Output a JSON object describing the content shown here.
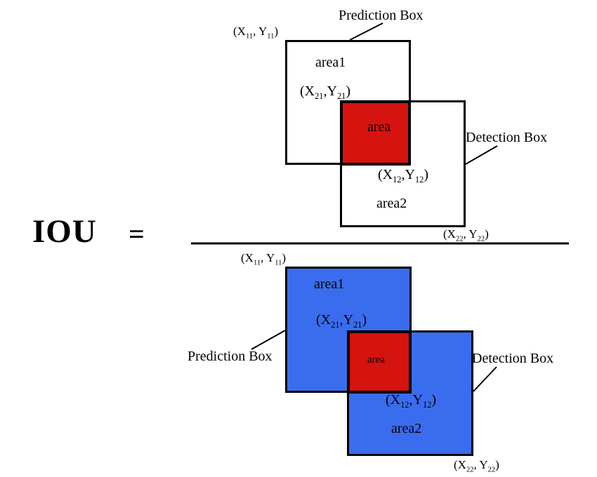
{
  "formula": {
    "lhs": "IOU",
    "equals": "="
  },
  "colors": {
    "intersection_fill": "#d5130f",
    "union_fill": "#3a6cee",
    "outline": "#000000"
  },
  "numerator": {
    "prediction_box_label": "Prediction Box",
    "detection_box_label": "Detection Box",
    "corner_top_left": "(X_11_, Y_11_)",
    "corner_inner_top": "(X_21_,Y_21_)",
    "corner_inner_bottom": "(X_12_,Y_12_)",
    "corner_bottom_right": "(X_22_, Y_22_)",
    "area1_label": "area1",
    "area2_label": "area2",
    "intersection_label": "area"
  },
  "denominator": {
    "prediction_box_label": "Prediction Box",
    "detection_box_label": "Detection Box",
    "corner_top_left": "(X_11_, Y_11_)",
    "corner_inner_top": "(X_21_,Y_21_)",
    "corner_inner_bottom": "(X_12_,Y_12_)",
    "corner_bottom_right": "(X_22_, Y_22_)",
    "area1_label": "area1",
    "area2_label": "area2",
    "intersection_label": "area"
  }
}
